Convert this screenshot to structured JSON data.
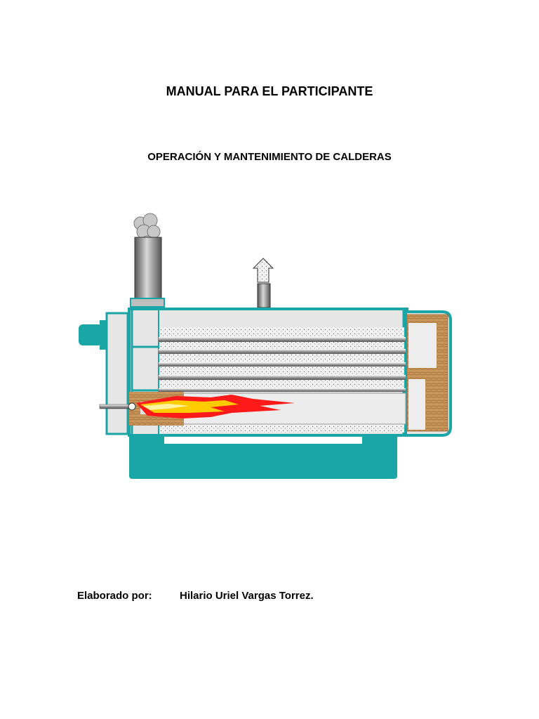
{
  "document": {
    "title": "MANUAL PARA EL PARTICIPANTE",
    "subtitle": "OPERACIÓN Y MANTENIMIENTO DE CALDERAS",
    "author_label": "Elaborado por:",
    "author_name": "Hilario Uriel Vargas Torrez."
  },
  "colors": {
    "boiler_shell": "#1aa6a6",
    "interior": "#e6e6e6",
    "refractory": "#c9a070",
    "flame_outer": "#ff1a1a",
    "flame_inner": "#ffd000"
  }
}
